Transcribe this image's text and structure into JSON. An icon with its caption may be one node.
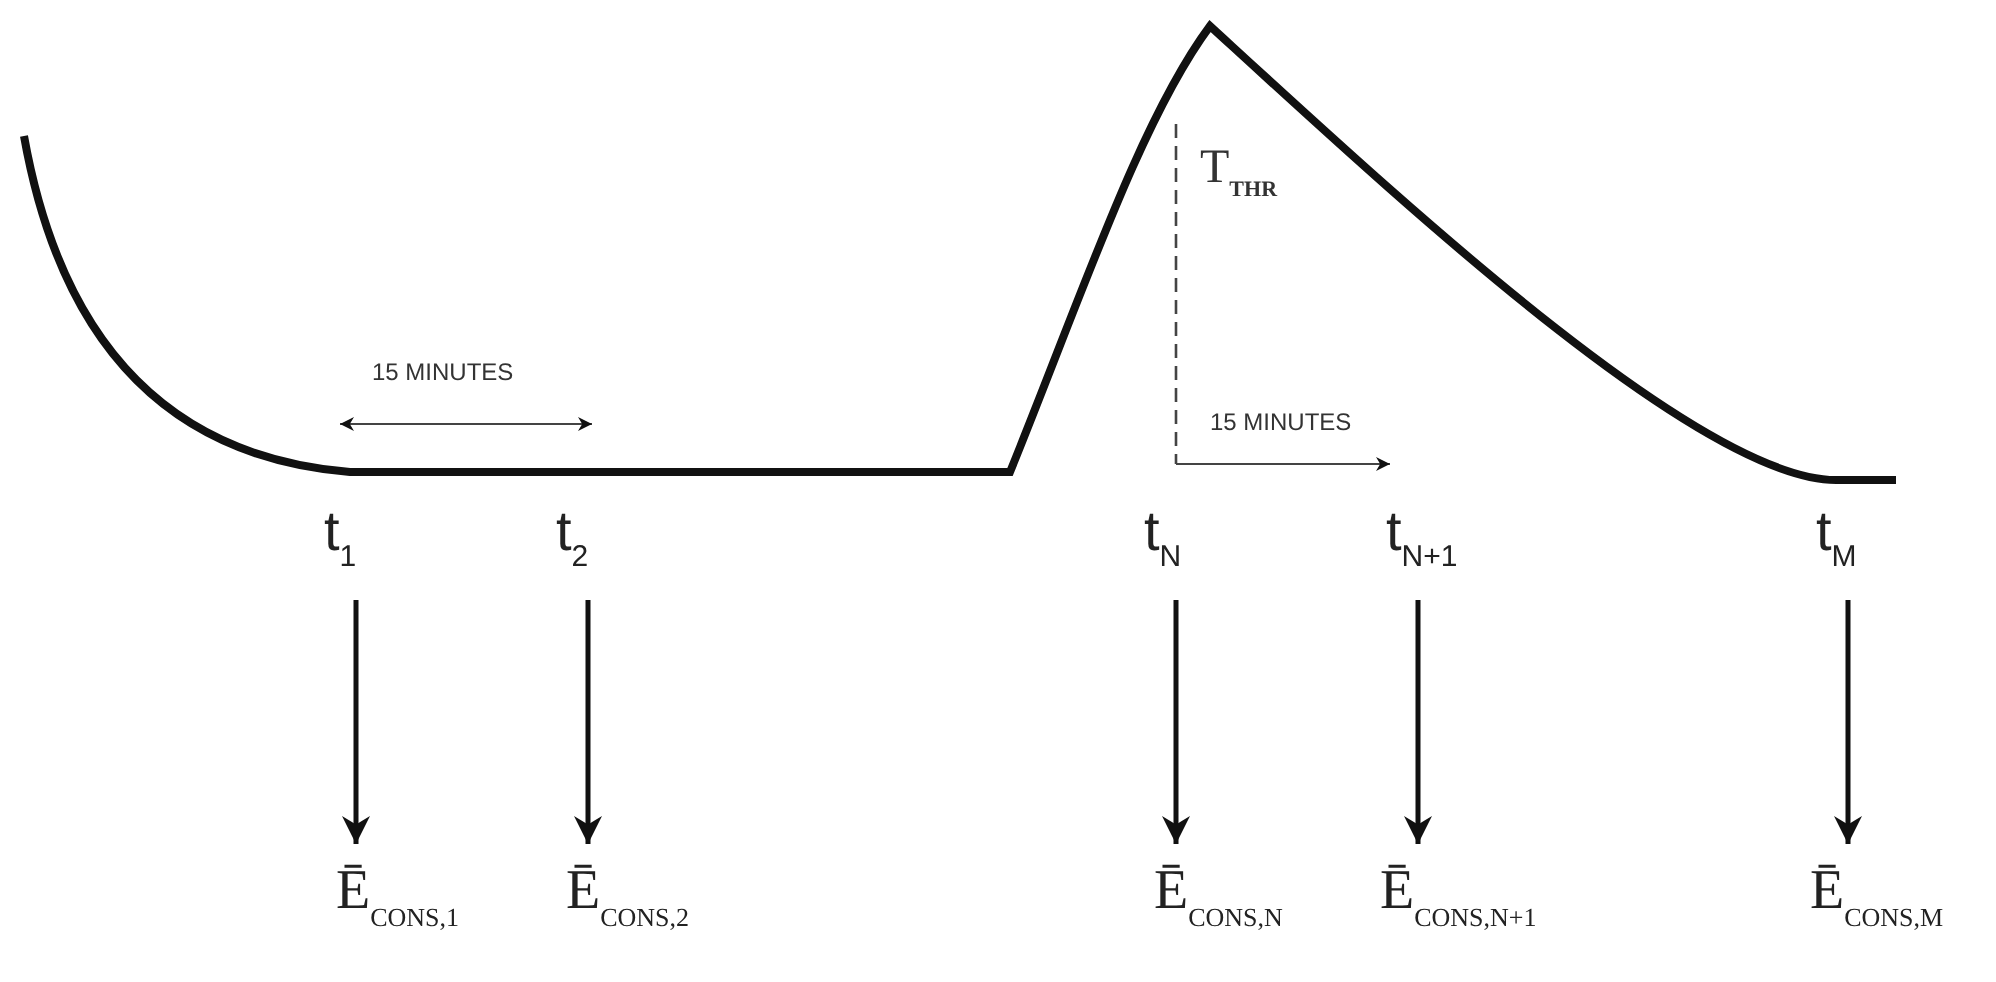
{
  "diagram": {
    "nodes": [
      {
        "text": [
          "t$_{1}$"
        ]
      },
      {
        "text": [
          "t$_{2}$"
        ]
      },
      {
        "text": [
          "t$_{N}$"
        ]
      },
      {
        "text": [
          "t$_{N+1}$"
        ]
      },
      {
        "text": [
          "t$_{M}$"
        ]
      },
      {
        "text": [
          "Ē$_{CONS,1}$"
        ]
      },
      {
        "text": [
          "Ē$_{CONS,2}$"
        ]
      },
      {
        "text": [
          "Ē$_{CONS,N}$"
        ]
      },
      {
        "text": [
          "Ē$_{CONS,N+1}$"
        ]
      },
      {
        "text": [
          "Ē$_{CONS,M}$"
        ]
      }
    ],
    "edges": [
      {
        "from": 0,
        "to": 5,
        "arrow": "to"
      },
      {
        "from": 1,
        "to": 6,
        "arrow": "to"
      },
      {
        "from": 2,
        "to": 7,
        "arrow": "to"
      },
      {
        "from": 3,
        "to": 8,
        "arrow": "to"
      },
      {
        "from": 4,
        "to": 9,
        "arrow": "to"
      }
    ],
    "labels": [
      "15 MINUTES",
      "T$_{THR}$",
      "15 MINUTES"
    ]
  }
}
